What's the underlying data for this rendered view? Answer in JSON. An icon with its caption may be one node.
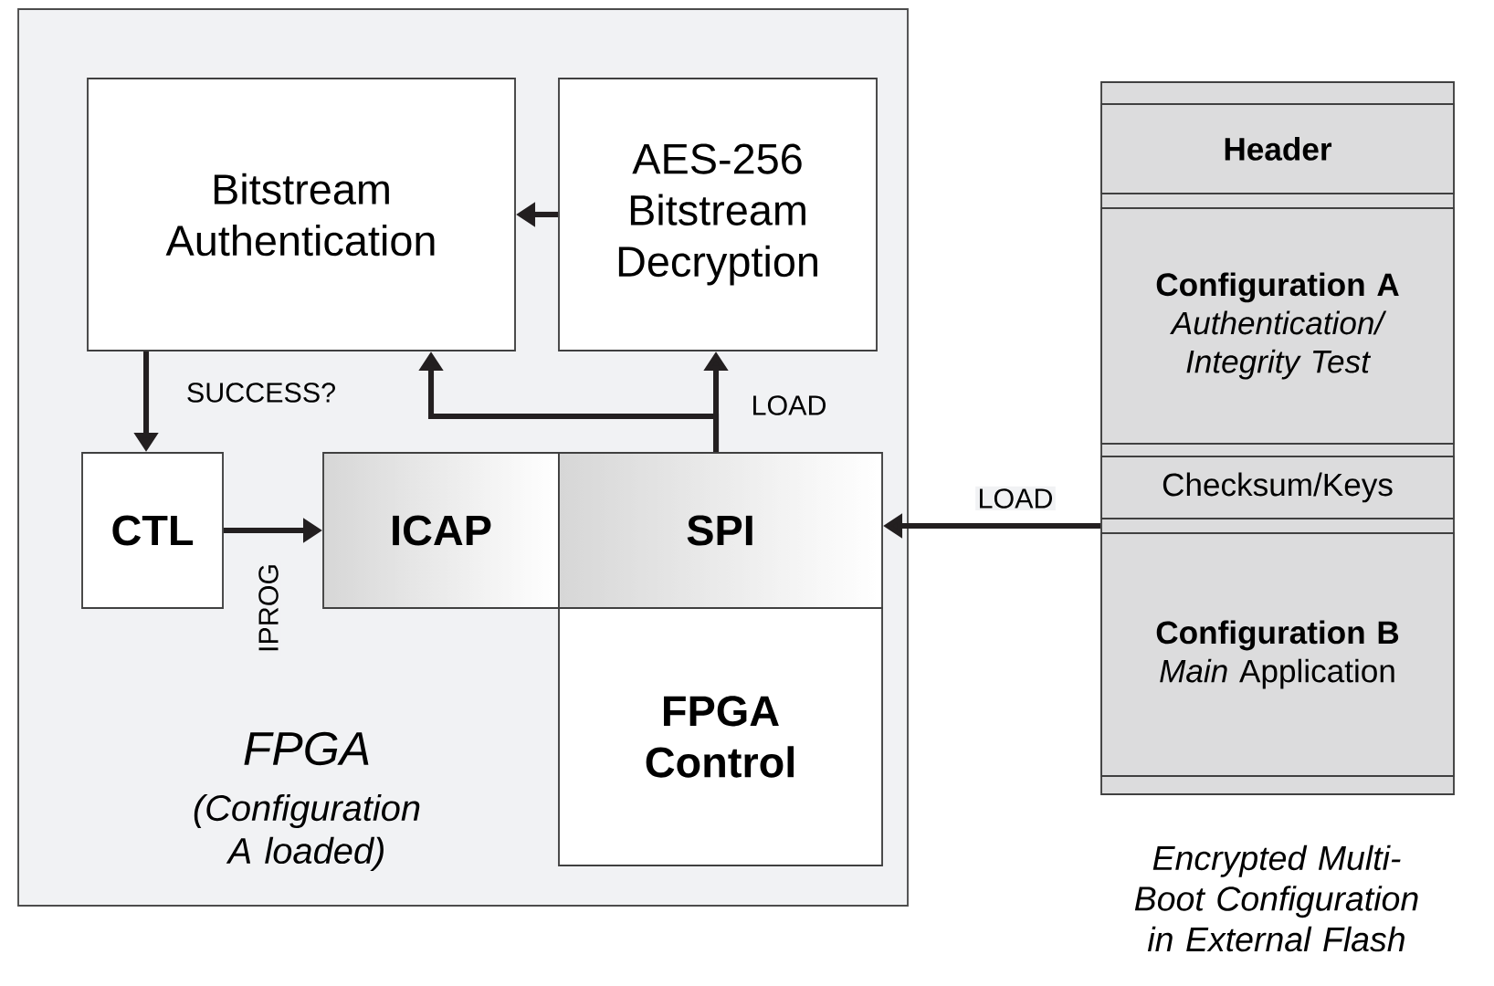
{
  "diagram": {
    "nodes": [
      {
        "text": [
          "FPGA",
          "(Configuration A loaded)"
        ]
      },
      {
        "text": [
          "Bitstream Authentication"
        ],
        "in": 0
      },
      {
        "text": [
          "AES-256 Bitstream Decryption"
        ],
        "in": 0
      },
      {
        "text": [
          "CTL"
        ],
        "in": 0
      },
      {
        "text": [
          "ICAP"
        ],
        "in": 0
      },
      {
        "text": [
          "SPI"
        ],
        "in": 0
      },
      {
        "text": [
          "FPGA Control"
        ],
        "in": 0
      },
      {
        "text": [],
        "shape": "box",
        "beside": [
          "Encrypted Multi-Boot Configuration in External Flash"
        ]
      },
      {
        "text": [
          "Header"
        ],
        "in": 7
      },
      {
        "text": [
          "Configuration A",
          "Authentication/ Integrity Test"
        ],
        "in": 7
      },
      {
        "text": [
          "Checksum/Keys"
        ],
        "in": 7
      },
      {
        "text": [
          "Configuration B",
          "*Main* Application"
        ],
        "in": 7
      }
    ],
    "edges": [
      {
        "from": 2,
        "to": 1,
        "arrow": "to"
      },
      {
        "from": 1,
        "to": 3,
        "arrow": "to",
        "label": "SUCCESS?"
      },
      {
        "from": 3,
        "to": 4,
        "arrow": "to",
        "label": "IPROG"
      },
      {
        "from": 5,
        "to": 2,
        "arrow": "to",
        "label": "LOAD"
      },
      {
        "from": 5,
        "to": 1,
        "arrow": "to"
      },
      {
        "from": 7,
        "to": 5,
        "arrow": "to",
        "label": "LOAD"
      }
    ]
  }
}
